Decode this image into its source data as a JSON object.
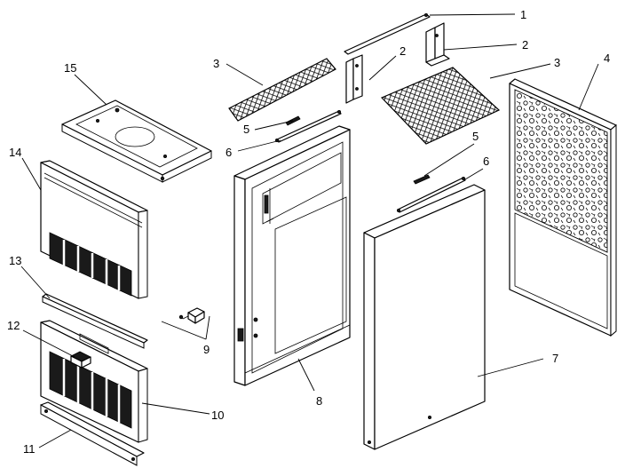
{
  "callouts": {
    "c1": "1",
    "c2a": "2",
    "c2b": "2",
    "c3a": "3",
    "c3b": "3",
    "c4": "4",
    "c5a": "5",
    "c5b": "5",
    "c6a": "6",
    "c6b": "6",
    "c7": "7",
    "c8": "8",
    "c9": "9",
    "c10": "10",
    "c11": "11",
    "c12": "12",
    "c13": "13",
    "c14": "14",
    "c15": "15"
  },
  "colors": {
    "line": "#000000",
    "fill": "#ffffff",
    "dark": "#1a1a1a"
  }
}
